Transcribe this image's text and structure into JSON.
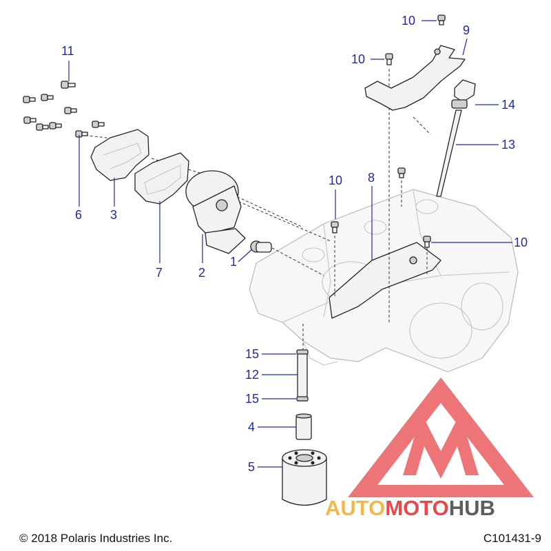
{
  "callouts": {
    "c1": "1",
    "c2": "2",
    "c3": "3",
    "c4": "4",
    "c5": "5",
    "c6": "6",
    "c7": "7",
    "c8": "8",
    "c9": "9",
    "c10a": "10",
    "c10b": "10",
    "c10c": "10",
    "c10d": "10",
    "c11": "11",
    "c12": "12",
    "c13": "13",
    "c14": "14",
    "c15a": "15",
    "c15b": "15"
  },
  "watermark": {
    "text_part1": "AUTO",
    "text_part2": "MOTO",
    "text_part3": "HUB",
    "color_logo": "#e8484a",
    "color_part1": "#f2b84a",
    "color_part2": "#e8484a",
    "color_part3": "#5e5e5e"
  },
  "footer": {
    "copyright": "© 2018 Polaris Industries Inc.",
    "figure_id": "C101431-9"
  },
  "colors": {
    "callout": "#1f2a9c",
    "line": "#222222",
    "ghost": "#b9b9b9"
  }
}
